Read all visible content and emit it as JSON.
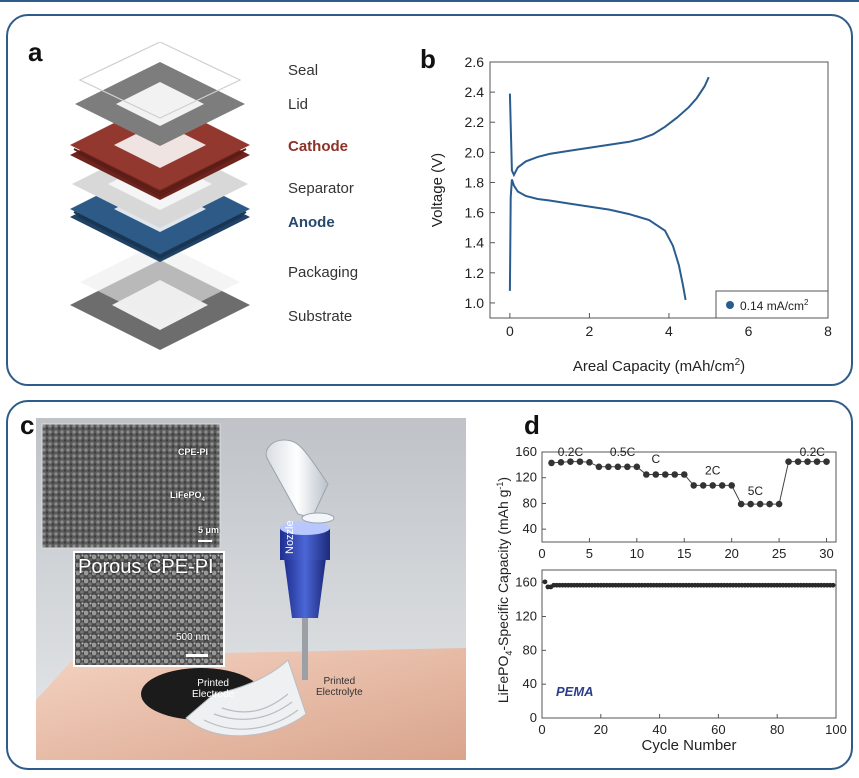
{
  "colors": {
    "frame": "#2e5b8a",
    "cathode": "#8b3229",
    "anode": "#27496d",
    "curve": "#2a5d8f",
    "pema": "#2b3f8a"
  },
  "panel_a": {
    "letter": "a",
    "layers": [
      "Seal",
      "Lid",
      "Cathode",
      "Separator",
      "Anode",
      "Packaging",
      "Substrate"
    ]
  },
  "panel_b": {
    "letter": "b"
  },
  "panel_c": {
    "letter": "c",
    "sem_top_label1": "CPE-PI",
    "sem_top_label2": "LiFePO",
    "sem_top_label2_sub": "4",
    "sem_top_scale": "5 μm",
    "sem_bottom_title": "Porous CPE-PI",
    "sem_bottom_scale": "500 nm",
    "nozzle_label": "Nozzle",
    "printed_electrode_1": "Printed",
    "printed_electrode_2": "Electrode",
    "printed_electrolyte_1": "Printed",
    "printed_electrolyte_2": "Electrolyte"
  },
  "panel_d": {
    "letter": "d",
    "pema_label": "PEMA"
  },
  "chart_data": [
    {
      "panel": "b",
      "type": "line",
      "xlabel": "Areal Capacity (mAh/cm",
      "xlabel_sup": "2",
      "xlabel_end": ")",
      "ylabel": "Voltage (V)",
      "xlim": [
        -0.5,
        8
      ],
      "ylim": [
        0.9,
        2.6
      ],
      "xticks": [
        0,
        2,
        4,
        6,
        8
      ],
      "yticks": [
        1.0,
        1.2,
        1.4,
        1.6,
        1.8,
        2.0,
        2.2,
        2.4,
        2.6
      ],
      "legend": {
        "label": "0.14 mA/cm",
        "label_sup": "2",
        "placement": "bottom-right"
      },
      "series": [
        {
          "role": "charge",
          "x": [
            0,
            0.05,
            0.1,
            0.2,
            0.4,
            0.7,
            1.0,
            1.5,
            2.0,
            2.5,
            3.0,
            3.3,
            3.6,
            3.9,
            4.2,
            4.5,
            4.7,
            4.9,
            5.0
          ],
          "y": [
            2.39,
            1.88,
            1.85,
            1.9,
            1.94,
            1.97,
            1.99,
            2.01,
            2.03,
            2.05,
            2.07,
            2.09,
            2.12,
            2.17,
            2.23,
            2.3,
            2.36,
            2.44,
            2.5
          ]
        },
        {
          "role": "discharge",
          "x": [
            0,
            0.02,
            0.05,
            0.1,
            0.2,
            0.4,
            0.7,
            1.0,
            1.5,
            2.0,
            2.5,
            3.0,
            3.5,
            3.9,
            4.1,
            4.25,
            4.35,
            4.42
          ],
          "y": [
            1.08,
            1.7,
            1.82,
            1.78,
            1.74,
            1.71,
            1.69,
            1.68,
            1.66,
            1.64,
            1.62,
            1.59,
            1.55,
            1.48,
            1.38,
            1.25,
            1.12,
            1.02
          ]
        }
      ]
    },
    {
      "panel": "d-top",
      "type": "scatter",
      "xlim": [
        0,
        31
      ],
      "ylim": [
        20,
        160
      ],
      "xticks": [
        0,
        5,
        10,
        15,
        20,
        25,
        30
      ],
      "yticks": [
        40,
        80,
        120,
        160
      ],
      "annotations": [
        {
          "text": "0.2C",
          "x": 3.0,
          "y": 154
        },
        {
          "text": "0.5C",
          "x": 8.5,
          "y": 154
        },
        {
          "text": "C",
          "x": 12.0,
          "y": 143
        },
        {
          "text": "2C",
          "x": 18.0,
          "y": 125
        },
        {
          "text": "5C",
          "x": 22.5,
          "y": 93
        },
        {
          "text": "0.2C",
          "x": 28.5,
          "y": 154
        }
      ],
      "x": [
        1,
        2,
        3,
        4,
        5,
        6,
        7,
        8,
        9,
        10,
        11,
        12,
        13,
        14,
        15,
        16,
        17,
        18,
        19,
        20,
        21,
        22,
        23,
        24,
        25,
        26,
        27,
        28,
        29,
        30
      ],
      "y": [
        143,
        144,
        145,
        145,
        144,
        137,
        137,
        137,
        137,
        137,
        125,
        125,
        125,
        125,
        125,
        108,
        108,
        108,
        108,
        108,
        79,
        79,
        79,
        79,
        79,
        145,
        145,
        145,
        145,
        145
      ]
    },
    {
      "panel": "d-bottom",
      "type": "scatter",
      "xlabel": "Cycle Number",
      "ylabel": "LiFePO",
      "ylabel_sub": "4",
      "ylabel_end": "-Specific Capacity (mAh g",
      "ylabel_sup": "-1",
      "ylabel_close": ")",
      "xlim": [
        0,
        100
      ],
      "ylim": [
        0,
        175
      ],
      "xticks": [
        0,
        20,
        40,
        60,
        80,
        100
      ],
      "yticks": [
        0,
        40,
        80,
        120,
        160
      ],
      "series_note": "cycles 1-100",
      "x_start": 1,
      "x_end": 99,
      "y_start": 161,
      "y_dip": 155,
      "y_level": 157
    }
  ]
}
